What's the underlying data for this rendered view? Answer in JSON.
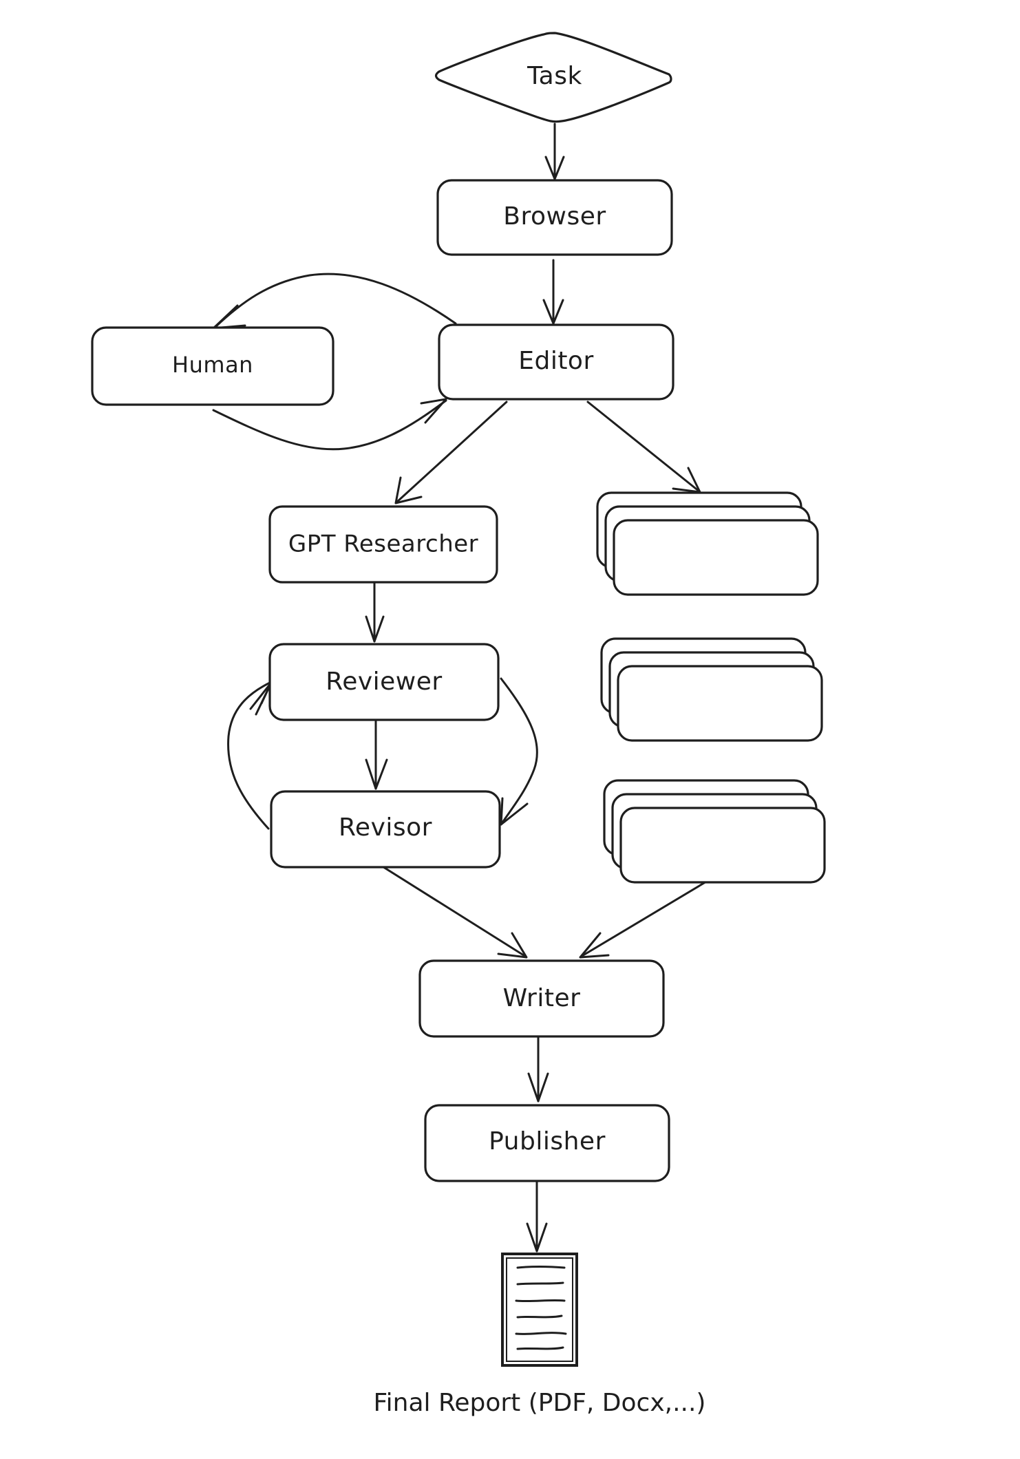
{
  "diagram": {
    "nodes": {
      "task": "Task",
      "browser": "Browser",
      "editor": "Editor",
      "human": "Human",
      "gpt_researcher": "GPT Researcher",
      "reviewer": "Reviewer",
      "revisor": "Revisor",
      "writer": "Writer",
      "publisher": "Publisher"
    },
    "caption": "Final Report (PDF, Docx,...)"
  }
}
